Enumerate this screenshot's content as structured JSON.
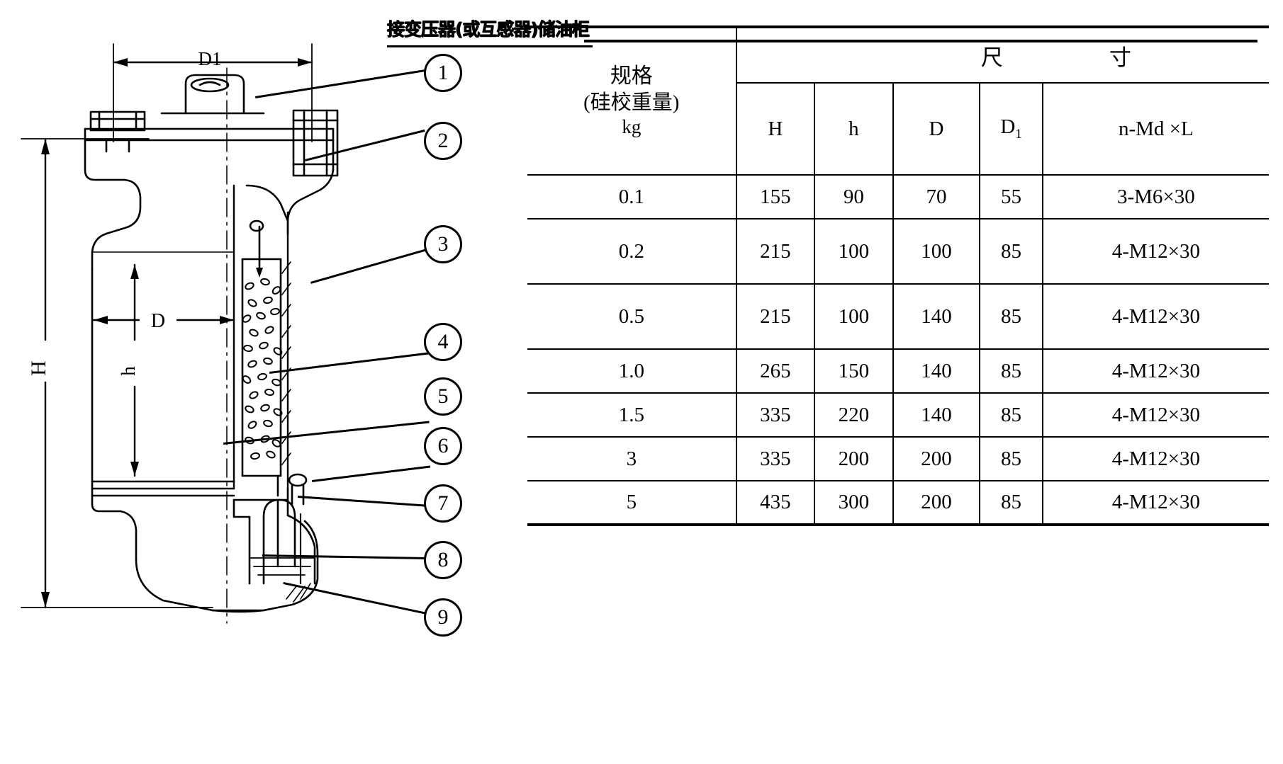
{
  "title": {
    "text": "接变压器(或互感器)储油柜"
  },
  "drawing": {
    "dim_labels": {
      "d1": "D1",
      "h_upper": "H",
      "h_lower": "h",
      "d": "D"
    },
    "callouts": [
      {
        "n": "1"
      },
      {
        "n": "2"
      },
      {
        "n": "3"
      },
      {
        "n": "4"
      },
      {
        "n": "5"
      },
      {
        "n": "6"
      },
      {
        "n": "7"
      },
      {
        "n": "8"
      },
      {
        "n": "9"
      }
    ]
  },
  "table": {
    "spec_header": {
      "line1": "规格",
      "line2": "(硅校重量)",
      "line3": "kg"
    },
    "group_header": {
      "left": "尺",
      "right": "寸"
    },
    "columns": [
      "H",
      "h",
      "D",
      "D",
      "n-Md ×L"
    ],
    "d1_sub": "1",
    "rows": [
      {
        "spec": "0.1",
        "H": "155",
        "h": "90",
        "D": "70",
        "D1": "55",
        "bolt": "3-M6×30"
      },
      {
        "spec": "0.2",
        "H": "215",
        "h": "100",
        "D": "100",
        "D1": "85",
        "bolt": "4-M12×30"
      },
      {
        "spec": "0.5",
        "H": "215",
        "h": "100",
        "D": "140",
        "D1": "85",
        "bolt": "4-M12×30"
      },
      {
        "spec": "1.0",
        "H": "265",
        "h": "150",
        "D": "140",
        "D1": "85",
        "bolt": "4-M12×30"
      },
      {
        "spec": "1.5",
        "H": "335",
        "h": "220",
        "D": "140",
        "D1": "85",
        "bolt": "4-M12×30"
      },
      {
        "spec": "3",
        "H": "335",
        "h": "200",
        "D": "200",
        "D1": "85",
        "bolt": "4-M12×30"
      },
      {
        "spec": "5",
        "H": "435",
        "h": "300",
        "D": "200",
        "D1": "85",
        "bolt": "4-M12×30"
      }
    ]
  },
  "colors": {
    "ink": "#000000",
    "paper": "#ffffff"
  }
}
